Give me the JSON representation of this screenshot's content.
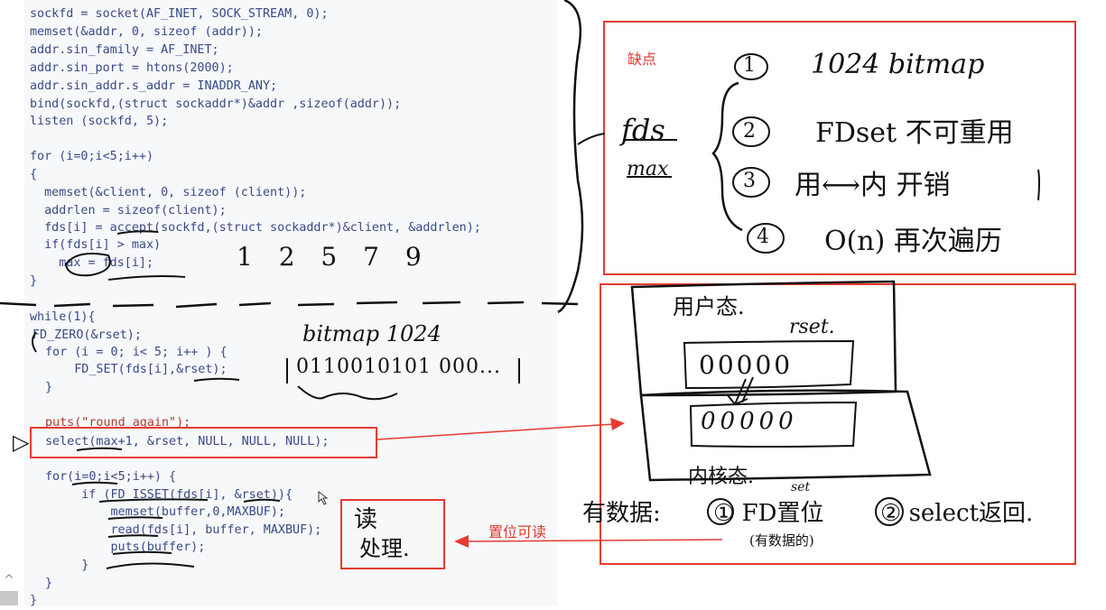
{
  "code": {
    "lines": [
      "sockfd = socket(AF_INET, SOCK_STREAM, 0);",
      "memset(&addr, 0, sizeof (addr));",
      "addr.sin_family = AF_INET;",
      "addr.sin_port = htons(2000);",
      "addr.sin_addr.s_addr = INADDR_ANY;",
      "bind(sockfd,(struct sockaddr*)&addr ,sizeof(addr));",
      "listen (sockfd, 5);",
      "for (i=0;i<5;i++)",
      "{",
      "  memset(&client, 0, sizeof (client));",
      "  addrlen = sizeof(client);",
      "  fds[i] = accept(sockfd,(struct sockaddr*)&client, &addrlen);",
      "  if(fds[i] > max)",
      "    max = fds[i];",
      "}",
      "while(1){",
      "FD_ZERO(&rset);",
      "for (i = 0; i< 5; i++ ) {",
      "    FD_SET(fds[i],&rset);",
      "}",
      "puts(\"round again\");",
      "select(max+1, &rset, NULL, NULL, NULL);",
      "for(i=0;i<5;i++) {",
      "    if (FD_ISSET(fds[i], &rset)){",
      "        memset(buffer,0,MAXBUF);",
      "        read(fds[i], buffer, MAXBUF);",
      "        puts(buffer);",
      "    }",
      "}",
      "}"
    ]
  },
  "annotations": {
    "fds_values": "1 2 5 7 9",
    "bitmap_label": "bitmap 1024",
    "bitmap_bits": "0110010101 000...",
    "read_label": "读",
    "process_label": "处理.",
    "cursor_marker": "▷"
  },
  "drawbacks": {
    "title": "缺点",
    "side_top": "fds",
    "side_bottom": "max",
    "items": [
      {
        "num": "1",
        "text": "1024 bitmap"
      },
      {
        "num": "2",
        "text": "FDset 不可重用"
      },
      {
        "num": "3",
        "text": "用⟷内 开销"
      },
      {
        "num": "4",
        "text": "O(n) 再次遍历"
      }
    ]
  },
  "diagram": {
    "user_space_label": "用户态.",
    "rset_label": "rset.",
    "rset_user_bits": "00000",
    "rset_kernel_bits": "00000",
    "kernel_space_label": "内核态.",
    "data_label": "有数据:",
    "data_note_1": "① FD置位",
    "data_note_1_small": "set",
    "data_note_2": "② select返回.",
    "data_note_sub": "(有数据的)",
    "arrow_label": "置位可读"
  },
  "scroll": {
    "up_glyph": "^"
  }
}
